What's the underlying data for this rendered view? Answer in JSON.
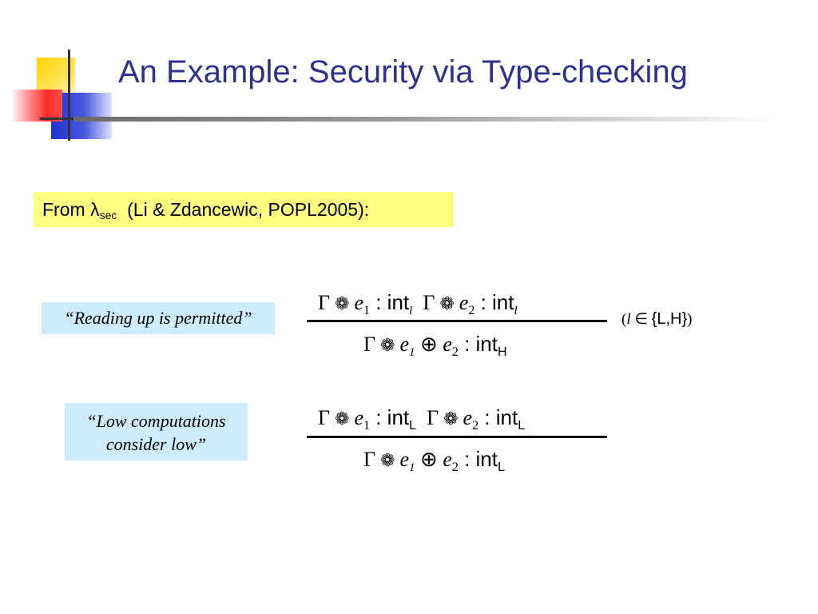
{
  "slide": {
    "title": "An Example: Security via Type-checking",
    "from_box": {
      "prefix": "From λ",
      "subscript": "sec",
      "citation": "(Li & Zdancewic, POPL2005):"
    },
    "quote_1": "“Reading up is permitted”",
    "quote_2_line1": "“Low computations",
    "quote_2_line2": "consider low”",
    "rule_1": {
      "gamma": "Γ",
      "turnstile": "❁",
      "e": "e",
      "sub1": "1",
      "sub2": "2",
      "colon_int": " : int",
      "label_premise": "l",
      "oplus": "⊕",
      "label_conclusion": "H"
    },
    "rule_2": {
      "gamma": "Γ",
      "turnstile": "❁",
      "e": "e",
      "sub1": "1",
      "sub2": "2",
      "colon_int": " : int",
      "label_premise": "L",
      "oplus": "⊕",
      "label_conclusion": "L"
    },
    "side_note": {
      "open": "(",
      "l": "l",
      "in": "∈",
      "set": "{L,H}",
      "close": ")"
    }
  }
}
